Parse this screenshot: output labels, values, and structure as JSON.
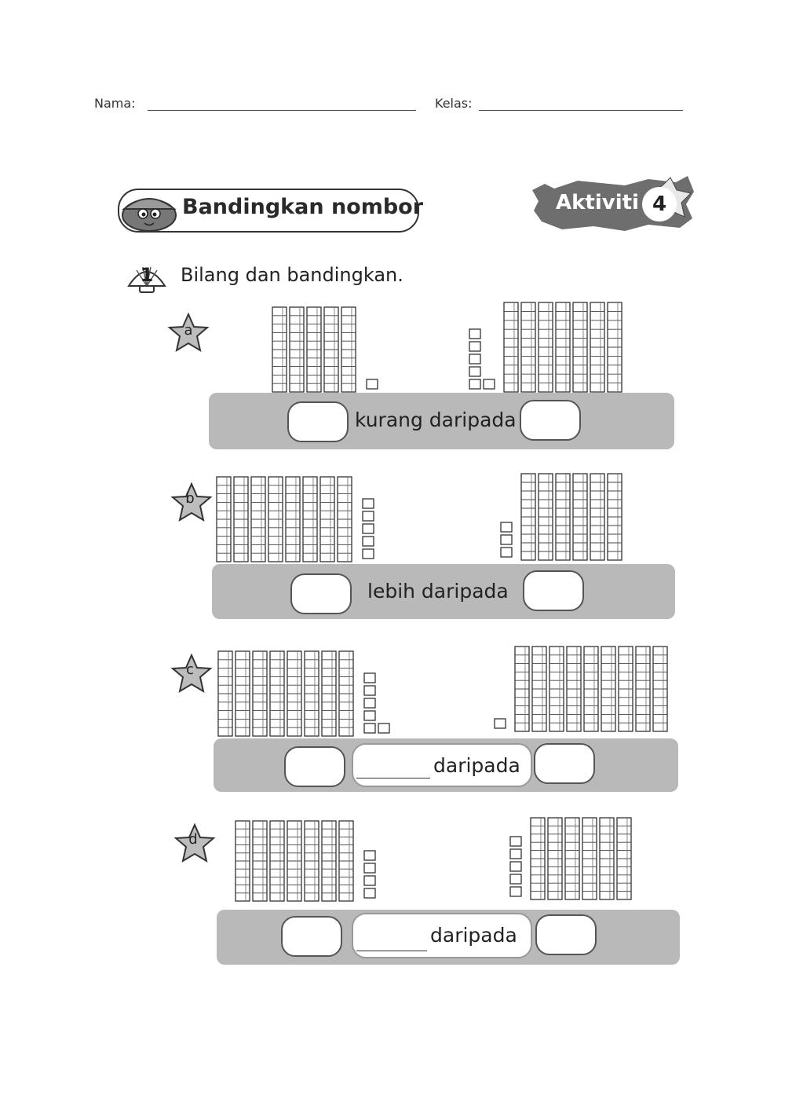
{
  "header": {
    "name_label": "Nama:",
    "class_label": "Kelas:"
  },
  "title": "Bandingkan nombor",
  "activity": {
    "label": "Aktiviti",
    "number": "4"
  },
  "instruction": {
    "number": "1",
    "text": "Bilang dan bandingkan."
  },
  "questions": [
    {
      "letter": "a",
      "phrase": "kurang daripada",
      "left": {
        "tens": 5,
        "ones": 1
      },
      "right": {
        "tens": 7,
        "ones": 6
      }
    },
    {
      "letter": "b",
      "phrase": "lebih daripada",
      "left": {
        "tens": 8,
        "ones": 5
      },
      "right": {
        "tens": 6,
        "ones": 3
      }
    },
    {
      "letter": "c",
      "phrase": "daripada",
      "left": {
        "tens": 8,
        "ones": 6
      },
      "right": {
        "tens": 9,
        "ones": 1
      }
    },
    {
      "letter": "d",
      "phrase": "daripada",
      "left": {
        "tens": 7,
        "ones": 4
      },
      "right": {
        "tens": 6,
        "ones": 5
      }
    }
  ]
}
